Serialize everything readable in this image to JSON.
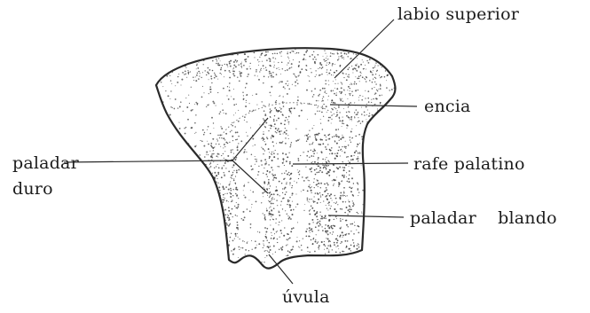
{
  "labels": {
    "upper_lip": "labio superior",
    "gum": "encia",
    "hard_palate_line1": "paladar",
    "hard_palate_line2": "duro",
    "palatine_raphe": "rafe palatino",
    "soft_palate": "paladar blando",
    "uvula": "úvula"
  },
  "colors": {
    "outline": "#2a2a2a",
    "stipple": "#3a3a3a",
    "leader": "#2a2a2a",
    "background": "#ffffff"
  }
}
